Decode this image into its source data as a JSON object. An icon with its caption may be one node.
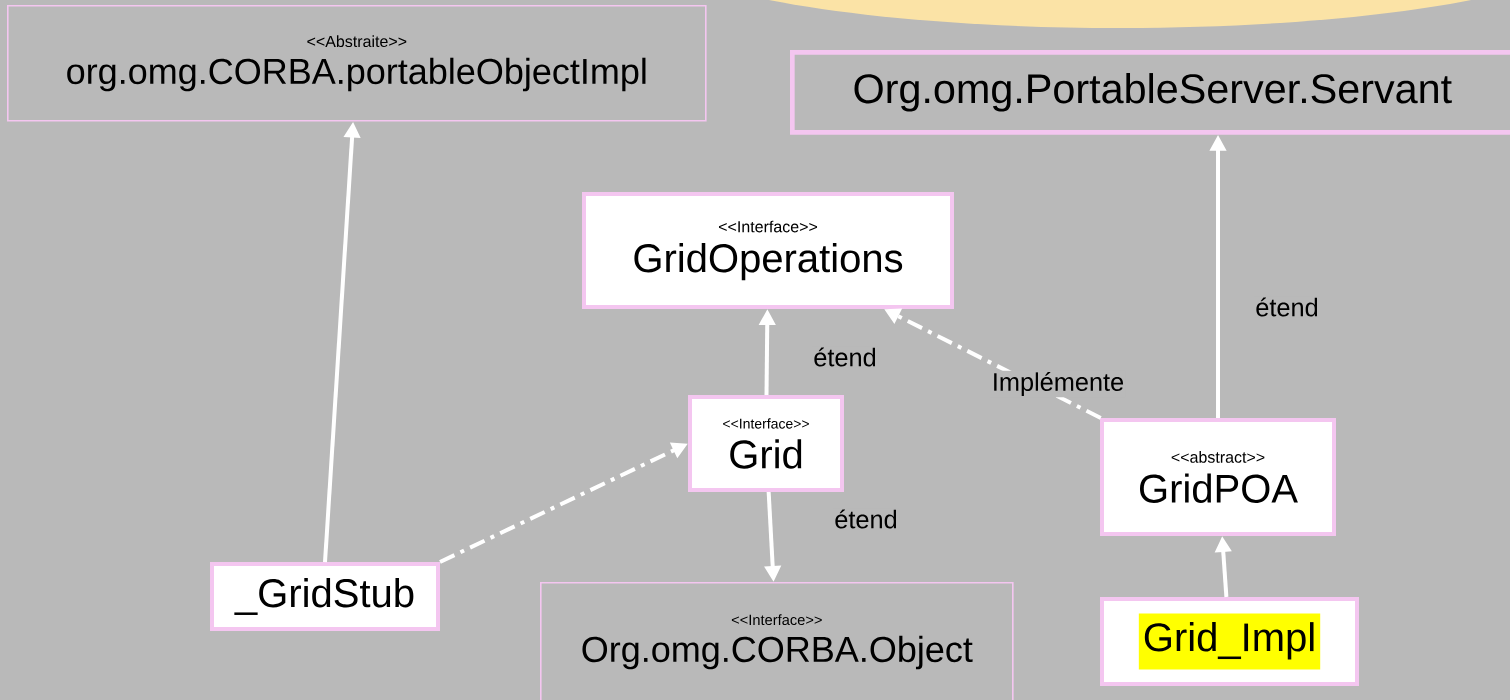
{
  "diagram": {
    "nodes": [
      {
        "text": [
          "<<Abstraite>>",
          "org.omg.CORBA.portableObjectImpl"
        ]
      },
      {
        "text": [
          "Org.omg.PortableServer.Servant"
        ]
      },
      {
        "text": [
          "<<Interface>>",
          "GridOperations"
        ]
      },
      {
        "text": [
          "<<Interface>>",
          "Grid"
        ]
      },
      {
        "text": [
          "<<abstract>>",
          "GridPOA"
        ]
      },
      {
        "text": [
          "_GridStub"
        ]
      },
      {
        "text": [
          "<<Interface>>",
          "Org.omg.CORBA.Object"
        ]
      },
      {
        "text": [
          "Grid_Impl"
        ]
      }
    ],
    "edges": [
      {
        "from": 5,
        "to": 0,
        "arrow": "to"
      },
      {
        "from": 5,
        "to": 3,
        "arrow": "to",
        "style": "dashed"
      },
      {
        "from": 3,
        "to": 2,
        "arrow": "to",
        "label": "étend"
      },
      {
        "from": 3,
        "to": 6,
        "arrow": "to",
        "label": "étend"
      },
      {
        "from": 4,
        "to": 2,
        "arrow": "to",
        "style": "dashed",
        "label": "Implémente"
      },
      {
        "from": 4,
        "to": 1,
        "arrow": "to",
        "label": "étend"
      },
      {
        "from": 7,
        "to": 4,
        "arrow": "to"
      }
    ]
  }
}
